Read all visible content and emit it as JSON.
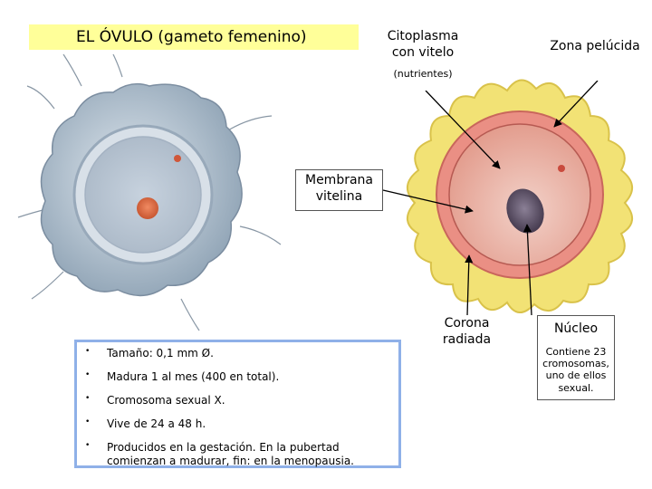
{
  "title": "EL ÓVULO (gameto femenino)",
  "labels": {
    "citoplasma": "Citoplasma con vitelo",
    "citoplasma_sub": "(nutrientes)",
    "zona": "Zona pelúcida",
    "membrana": "Membrana vitelina",
    "corona": "Corona radiada",
    "nucleo": "Núcleo",
    "nucleo_desc": "Contiene 23 cromosomas, uno de ellos sexual."
  },
  "facts": [
    "Tamaño: 0,1 mm Ø.",
    "Madura 1 al mes (400 en total).",
    "Cromosoma sexual X.",
    "Vive de 24 a 48 h.",
    "Producidos en la gestación. En la pubertad comienzan a madurar, fin: en la menopausia."
  ],
  "colors": {
    "title_bg": "#ffff99",
    "corona": "#f2e275",
    "zona_pelucida": "#ea8f84",
    "citoplasma": "#e9b0a2",
    "nucleo": "#6b5f72",
    "facts_border": "#8fb0e8"
  }
}
